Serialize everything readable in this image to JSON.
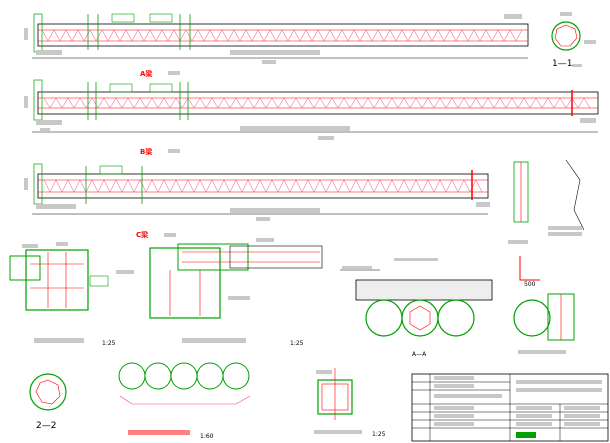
{
  "labels": {
    "section_1_1": "1—1",
    "beam_a": "A梁",
    "beam_b": "B梁",
    "beam_c": "C梁",
    "scale_1_25_a": "1:25",
    "scale_1_25_b": "1:25",
    "scale_1_25_c": "1:25",
    "scale_1_60": "1:60",
    "section_a_a": "A—A",
    "section_2_2": "2—2",
    "hook_dim": "500"
  },
  "colors": {
    "structure_outline": "#00a000",
    "rebar": "#ff0000",
    "stirrup": "#ff4080",
    "linework": "#000000"
  }
}
